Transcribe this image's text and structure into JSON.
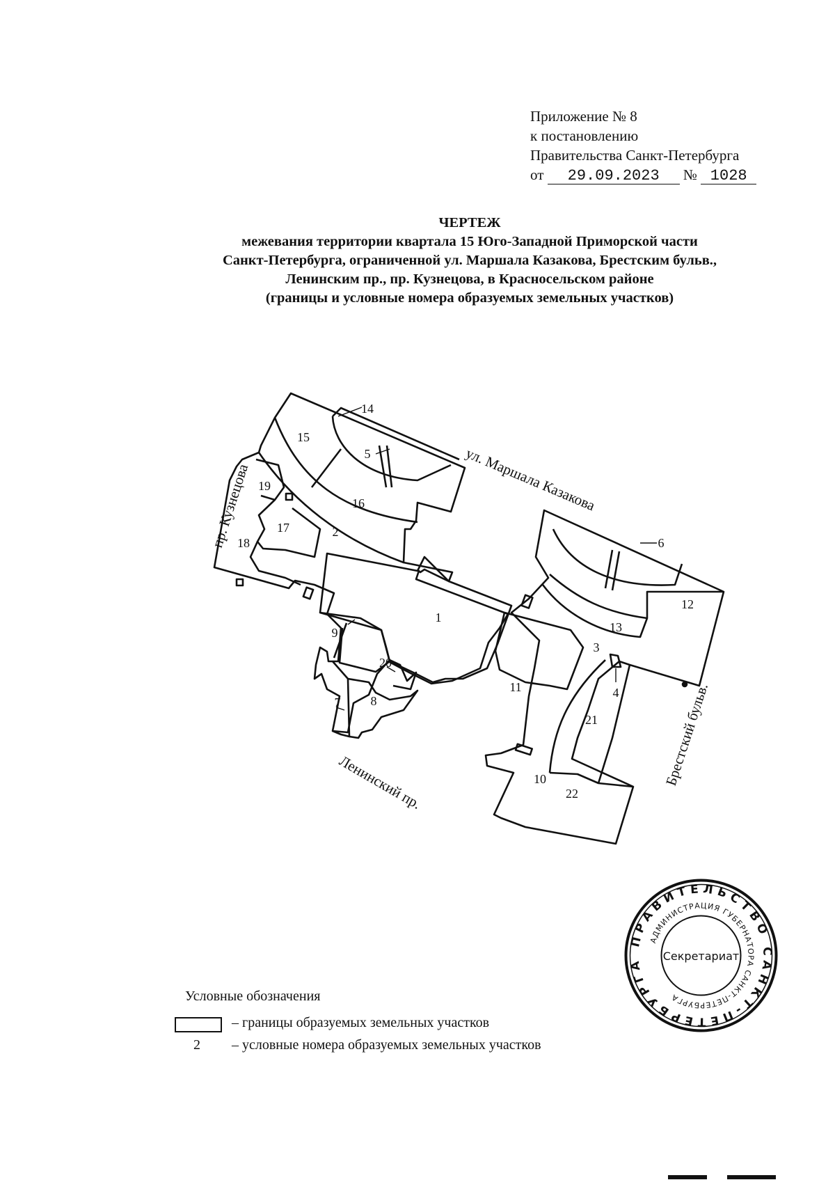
{
  "appendix": {
    "line1": "Приложение № 8",
    "line2": "к постановлению",
    "line3": "Правительства Санкт-Петербурга",
    "date_prefix": "от",
    "date": "29.09.2023",
    "number_prefix": "№",
    "number": "1028"
  },
  "title": {
    "line1": "ЧЕРТЕЖ",
    "line2": "межевания территории квартала 15 Юго-Западной Приморской части",
    "line3": "Санкт-Петербурга, ограниченной ул. Маршала Казакова, Брестским бульв.,",
    "line4": "Ленинским пр., пр. Кузнецова, в Красносельском районе",
    "line5": "(границы и условные номера образуемых земельных участков)"
  },
  "map": {
    "streets": {
      "north": "ул. Маршала Казакова",
      "west": "пр. Кузнецова",
      "south": "Ленинский пр.",
      "east": "Брестский бульв."
    },
    "parcels": [
      "1",
      "2",
      "3",
      "4",
      "5",
      "6",
      "7",
      "8",
      "9",
      "10",
      "11",
      "12",
      "13",
      "14",
      "15",
      "16",
      "17",
      "18",
      "19",
      "20",
      "21",
      "22"
    ]
  },
  "legend": {
    "title": "Условные обозначения",
    "boundary_text": "– границы образуемых земельных участков",
    "number_sample": "2",
    "number_text": "– условные номера образуемых земельных участков"
  },
  "seal": {
    "outer_text": "ПРАВИТЕЛЬСТВО САНКТ-ПЕТЕРБУРГА",
    "inner_text": "АДМИНИСТРАЦИЯ ГУБЕРНАТОРА САНКТ-ПЕТЕРБУРГА",
    "center_text": "Секретариат"
  }
}
